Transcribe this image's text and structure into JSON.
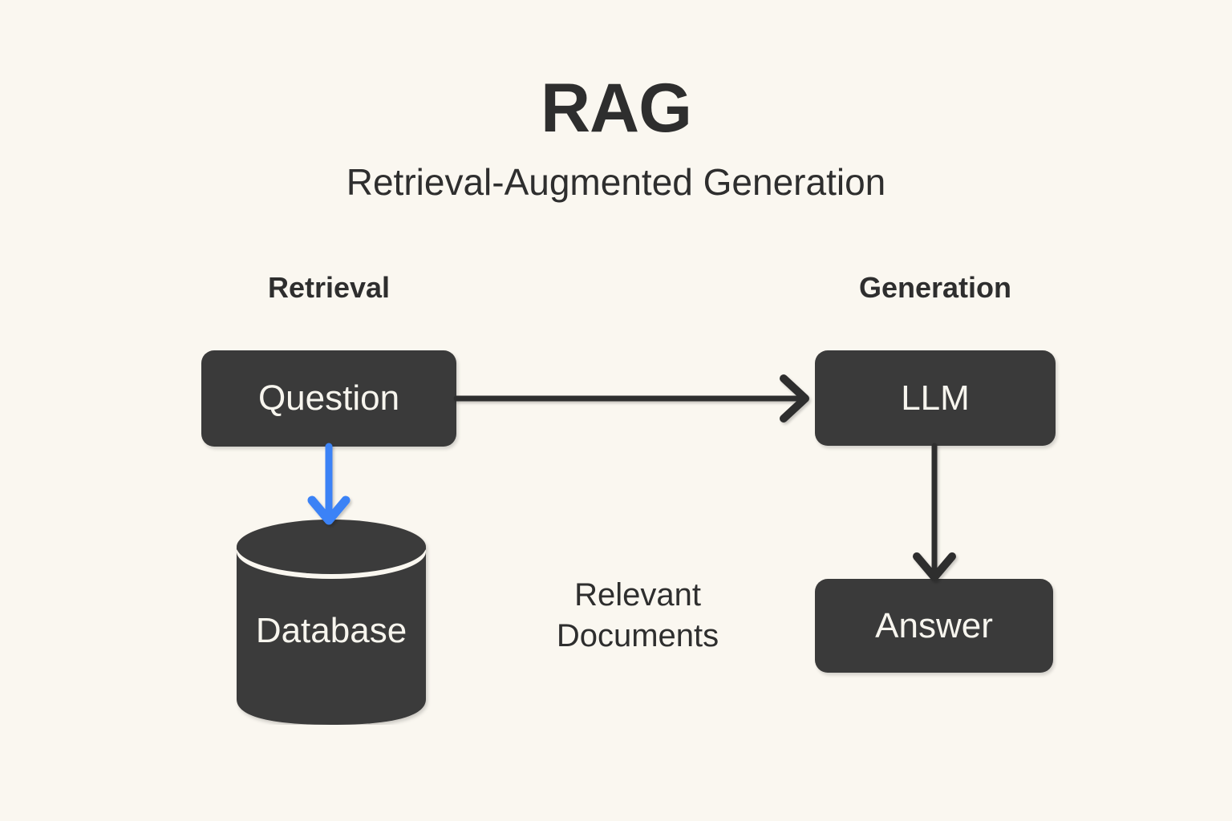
{
  "header": {
    "title": "RAG",
    "subtitle": "Retrieval-Augmented Generation"
  },
  "sections": {
    "retrieval_heading": "Retrieval",
    "generation_heading": "Generation"
  },
  "nodes": {
    "question": "Question",
    "database": "Database",
    "llm": "LLM",
    "answer": "Answer"
  },
  "captions": {
    "relevant_documents_line1": "Relevant",
    "relevant_documents_line2": "Documents"
  },
  "edges": [
    {
      "name": "question-to-llm",
      "from": "Question",
      "to": "LLM",
      "label": "",
      "color": "#2e2e2e",
      "direction": "right"
    },
    {
      "name": "question-to-database",
      "from": "Question",
      "to": "Database",
      "label": "",
      "color": "#3b82f6",
      "direction": "down"
    },
    {
      "name": "llm-to-answer",
      "from": "LLM",
      "to": "Answer",
      "label": "",
      "color": "#2e2e2e",
      "direction": "down"
    }
  ],
  "colors": {
    "background": "#faf7f0",
    "node_fill": "#3a3a3a",
    "node_text": "#f7f5ee",
    "text": "#2e2e2e",
    "accent_blue": "#3b82f6"
  }
}
